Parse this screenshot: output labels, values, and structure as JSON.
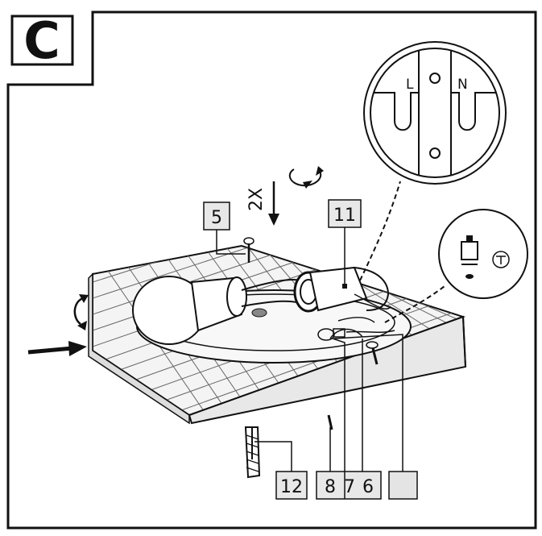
{
  "panel": {
    "letter": "C",
    "rotation_note": "2X"
  },
  "callouts": {
    "part_5": "5",
    "part_11": "11",
    "part_12": "12",
    "part_8": "8",
    "part_7": "7",
    "part_6": "6",
    "blank": ""
  },
  "detail_terminal": {
    "live": "L",
    "neutral": "N"
  },
  "colors": {
    "line": "#111111",
    "label_fill": "#e8e8e8",
    "tile_line": "#555555",
    "background": "#ffffff"
  }
}
